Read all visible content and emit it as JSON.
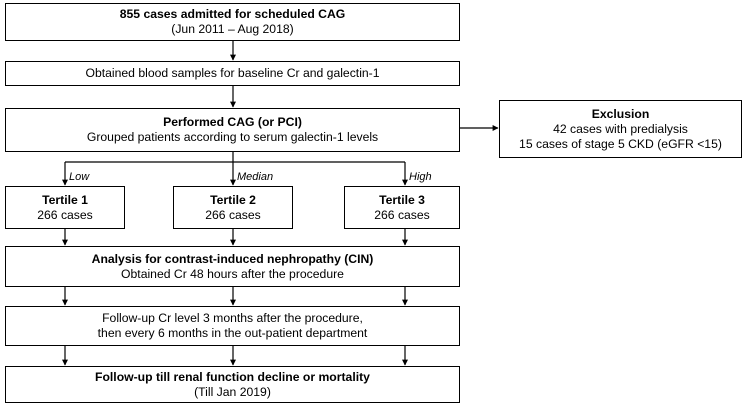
{
  "boxes": {
    "admitted": {
      "title": "855 cases admitted for scheduled CAG",
      "subtitle": "(Jun 2011 – Aug 2018)"
    },
    "blood": {
      "text": "Obtained blood samples for baseline Cr and galectin-1"
    },
    "cag": {
      "title": "Performed CAG (or PCI)",
      "subtitle": "Grouped patients according to serum galectin-1 levels"
    },
    "exclusion": {
      "title": "Exclusion",
      "line1": "42 cases with predialysis",
      "line2": "15 cases of stage 5 CKD (eGFR <15)"
    },
    "tertile1": {
      "title": "Tertile 1",
      "count": "266 cases"
    },
    "tertile2": {
      "title": "Tertile 2",
      "count": "266 cases"
    },
    "tertile3": {
      "title": "Tertile 3",
      "count": "266 cases"
    },
    "cin": {
      "title": "Analysis for contrast-induced nephropathy (CIN)",
      "subtitle": "Obtained Cr 48 hours after the procedure"
    },
    "followup": {
      "line1": "Follow-up Cr level 3 months after the procedure,",
      "line2": "then every 6 months in the out-patient department"
    },
    "final": {
      "title": "Follow-up till renal function decline or mortality",
      "subtitle": "(Till Jan 2019)"
    }
  },
  "branch_labels": {
    "low": "Low",
    "median": "Median",
    "high": "High"
  }
}
